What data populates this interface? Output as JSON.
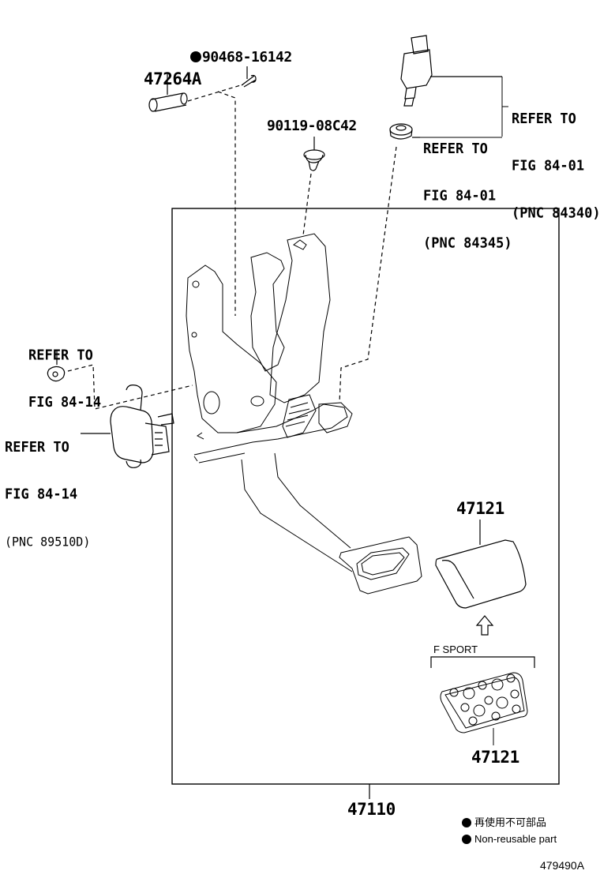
{
  "diagram": {
    "title_number": "479490A",
    "assembly_part_number": "47110",
    "parts": [
      {
        "id": "pin",
        "part_number": "47264A"
      },
      {
        "id": "clip",
        "part_number": "90468-16142",
        "non_reusable": true
      },
      {
        "id": "clamp-bolt",
        "part_number": "90119-08C42"
      },
      {
        "id": "pedal-pad",
        "part_number": "47121"
      },
      {
        "id": "pedal-pad-fsport",
        "part_number": "47121"
      }
    ],
    "references": [
      {
        "id": "stop-lamp-switch",
        "line1": "REFER TO",
        "line2": "FIG 84-01",
        "line3": "(PNC 84340)"
      },
      {
        "id": "switch-cushion",
        "line1": "REFER TO",
        "line2": "FIG 84-01",
        "line3": "(PNC 84345)"
      },
      {
        "id": "nut",
        "line1": "REFER TO",
        "line2": "FIG 84-14"
      },
      {
        "id": "sensor",
        "line1": "REFER TO",
        "line2": "FIG 84-14",
        "line3": "(PNC 89510D)"
      }
    ],
    "variant_label": "F SPORT",
    "legend": {
      "japanese": "再使用不可部品",
      "english": "Non-reusable part"
    }
  }
}
